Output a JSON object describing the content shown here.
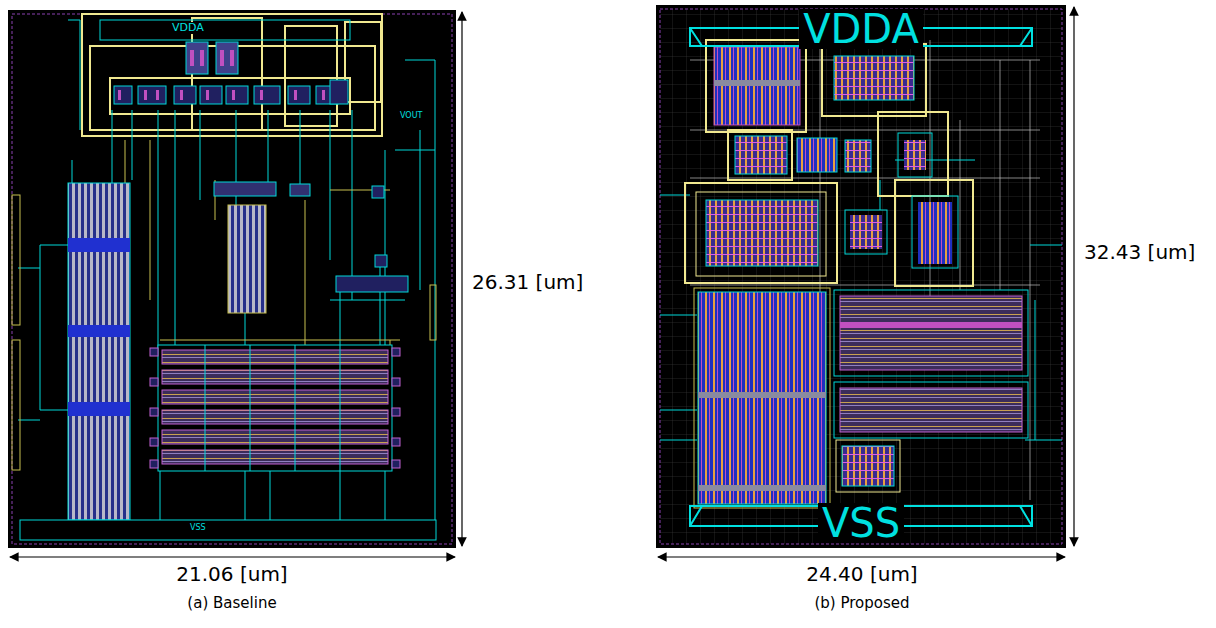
{
  "diagram": {
    "nodes": [
      {
        "text": [
          "VDDA"
        ]
      },
      {
        "text": [
          "VSS"
        ]
      }
    ],
    "labels": [
      "VDDA",
      "VOUT",
      "VSS",
      "26.31 [um]",
      "21.06 [um]",
      "(a) Baseline",
      "32.43 [um]",
      "24.40 [um]",
      "(b) Proposed"
    ]
  }
}
